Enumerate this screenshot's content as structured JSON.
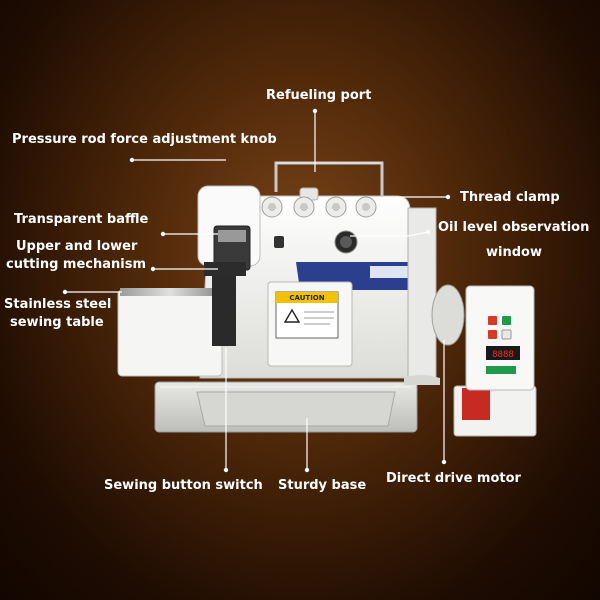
{
  "colors": {
    "background": "#3b1c06",
    "label_text": "#ffffff",
    "leader_line": "#ffffff",
    "machine_body": "#f4f4f2",
    "caution_label": "#f2c200",
    "panel_display": "#d01010",
    "panel_button_red": "#d83a2a",
    "panel_button_green": "#1e9a4a",
    "motor_base_red": "#c62a20"
  },
  "labels": {
    "refueling_port": "Refueling port",
    "pressure_rod": "Pressure rod force adjustment knob",
    "thread_clamp": "Thread clamp",
    "transparent_baffle": "Transparent baffle",
    "oil_level_line1": "Oil level observation",
    "oil_level_line2": "window",
    "cutting_line1": "Upper and lower",
    "cutting_line2": "cutting mechanism",
    "table_line1": "Stainless steel",
    "table_line2": "sewing table",
    "sewing_button": "Sewing button switch",
    "sturdy_base": "Sturdy base",
    "direct_drive": "Direct drive motor"
  },
  "machine_text": {
    "caution": "CAUTION",
    "panel_readout": "8888"
  }
}
